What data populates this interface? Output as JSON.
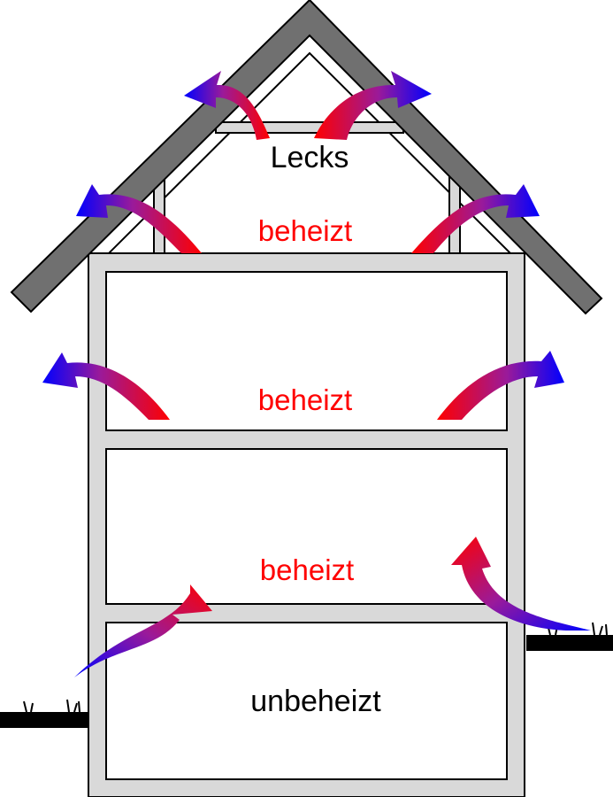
{
  "labels": {
    "leaks": "Lecks",
    "attic": "beheizt",
    "upper_floor": "beheizt",
    "ground_floor": "beheizt",
    "basement": "unbeheizt"
  },
  "colors": {
    "wall_fill": "#d9d9d9",
    "roof_fill": "#707070",
    "outline": "#000000",
    "warm": "#ff0000",
    "cold": "#0000ff",
    "ground": "#000000",
    "heated_text": "#ff0000",
    "unheated_text": "#000000"
  }
}
